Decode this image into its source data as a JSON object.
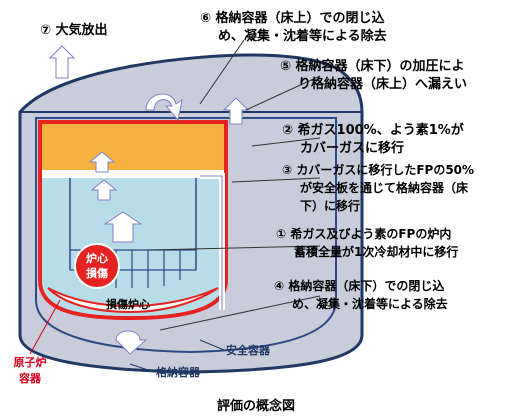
{
  "labels": {
    "l7": "⑦ 大気放出",
    "l6_line1": "⑥ 格納容器（床上）での閉じ込",
    "l6_line2": "め、凝集・沈着等による除去",
    "l5_line1": "⑤ 格納容器（床下）の加圧によ",
    "l5_line2": "り格納容器（床上）へ漏えい",
    "l2_line1": "② 希ガス100%、よう素1%が",
    "l2_line2": "カバーガスに移行",
    "l3_line1": "③ カバーガスに移行したFPの50%",
    "l3_line2": "が安全板を通じて格納容器（床",
    "l3_line3": "下）に移行",
    "l1_line1": "① 希ガス及びよう素のFPの炉内",
    "l1_line2": "蓄積全量が1次冷却材中に移行",
    "l4_line1": "④ 格納容器（床下）での閉じ込",
    "l4_line2": "め、凝集・沈着等による除去",
    "core_line1": "炉心",
    "core_line2": "損傷",
    "damaged_core": "損傷炉心",
    "reactor_vessel_line1": "原子炉",
    "reactor_vessel_line2": "容器",
    "guard_vessel": "安全容器",
    "containment": "格納容器",
    "caption": "評価の概念図"
  },
  "colors": {
    "containment_fill": "#c8ccdb",
    "containment_stroke": "#1f3864",
    "vessel_red": "#e52421",
    "coolant": "#b7dde8",
    "cover_gas": "#f6b23f",
    "arrow_fill": "#ffffff",
    "arrow_stroke": "#8080c8",
    "leader": "#333333",
    "text_red": "#d6001c",
    "text_navy": "#1f3864"
  }
}
